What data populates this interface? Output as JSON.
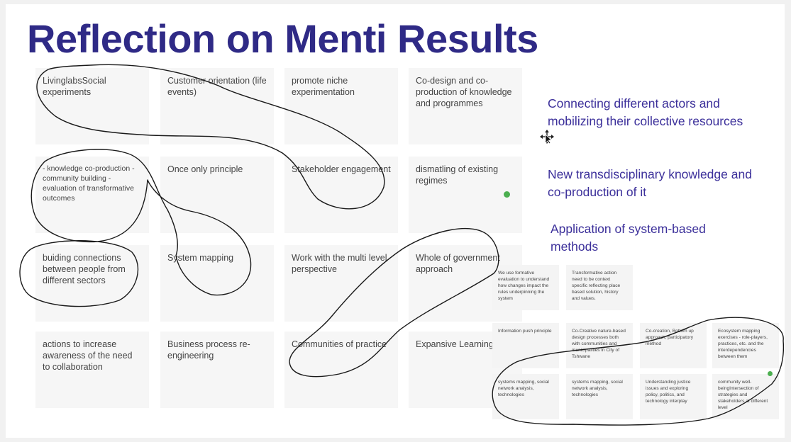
{
  "slide": {
    "title": "Reflection on Menti Results",
    "cards": [
      "LivinglabsSocial experiments",
      "Customer orientation (life events)",
      "promote niche experimentation",
      "Co-design and co-production of knowledge and programmes",
      "- knowledge co-production - community building - evaluation of transformative outcomes",
      "Once only principle",
      "Stakeholder engagement",
      "dismatling of existing regimes",
      "buiding connections between people from different sectors",
      "System mapping",
      "Work with the multi level perspective",
      "Whole of government approach",
      "actions to increase awareness of the need to collaboration",
      "Business process re-engineering",
      "Communities of practice",
      "Expansive Learning"
    ],
    "small_cards": [
      "We use formative evaluation to understand how changes impact the rules underpinning the system",
      "Transformative action need to be context specific reflecting place based solution, history and values.",
      "Information push principle",
      "Co-Creative nature-based design processes both with communities and municipalities in City of Tshwane",
      "Co-creation, Bottom up approach, participatory method",
      "Ecosystem mapping exercises - role-players, practices, etc. and the interdependencies between them",
      "systems mapping, social network analysis, technologies",
      "systems mapping, social network analysis, technologies",
      "Understanding justice issues and exploring policy, politics, and technology interplay",
      "community well-beingIntersection of strategies and stakeholders at different level"
    ],
    "points": [
      "Connecting different actors and mobilizing their collective resources",
      "New transdisciplinary knowledge and co-production of it",
      "Application of system-based methods"
    ]
  },
  "colors": {
    "title": "#2f2a86",
    "points": "#3b2f9a",
    "card_bg": "#f6f6f6",
    "ink": "#1a1a1a",
    "reaction_dot": "#4caf50"
  },
  "icons": [
    "move-cursor-icon",
    "reaction-dot-icon"
  ]
}
